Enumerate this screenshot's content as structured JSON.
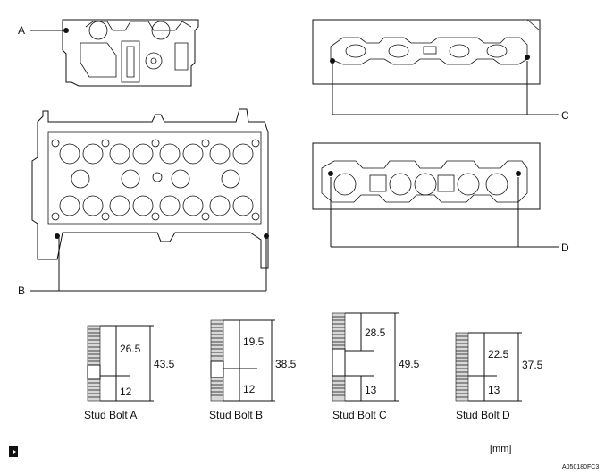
{
  "callouts": {
    "a": "A",
    "b": "B",
    "c": "C",
    "d": "D"
  },
  "bolts": [
    {
      "caption": "Stud Bolt A",
      "upper": "26.5",
      "lower": "12",
      "total": "43.5"
    },
    {
      "caption": "Stud Bolt B",
      "upper": "19.5",
      "lower": "12",
      "total": "38.5"
    },
    {
      "caption": "Stud Bolt C",
      "upper": "28.5",
      "lower": "13",
      "total": "49.5"
    },
    {
      "caption": "Stud Bolt D",
      "upper": "22.5",
      "lower": "13",
      "total": "37.5"
    }
  ],
  "unit_label": "[mm]",
  "figure_id": "A050180FC3",
  "colors": {
    "line": "#111111",
    "background": "#ffffff"
  }
}
